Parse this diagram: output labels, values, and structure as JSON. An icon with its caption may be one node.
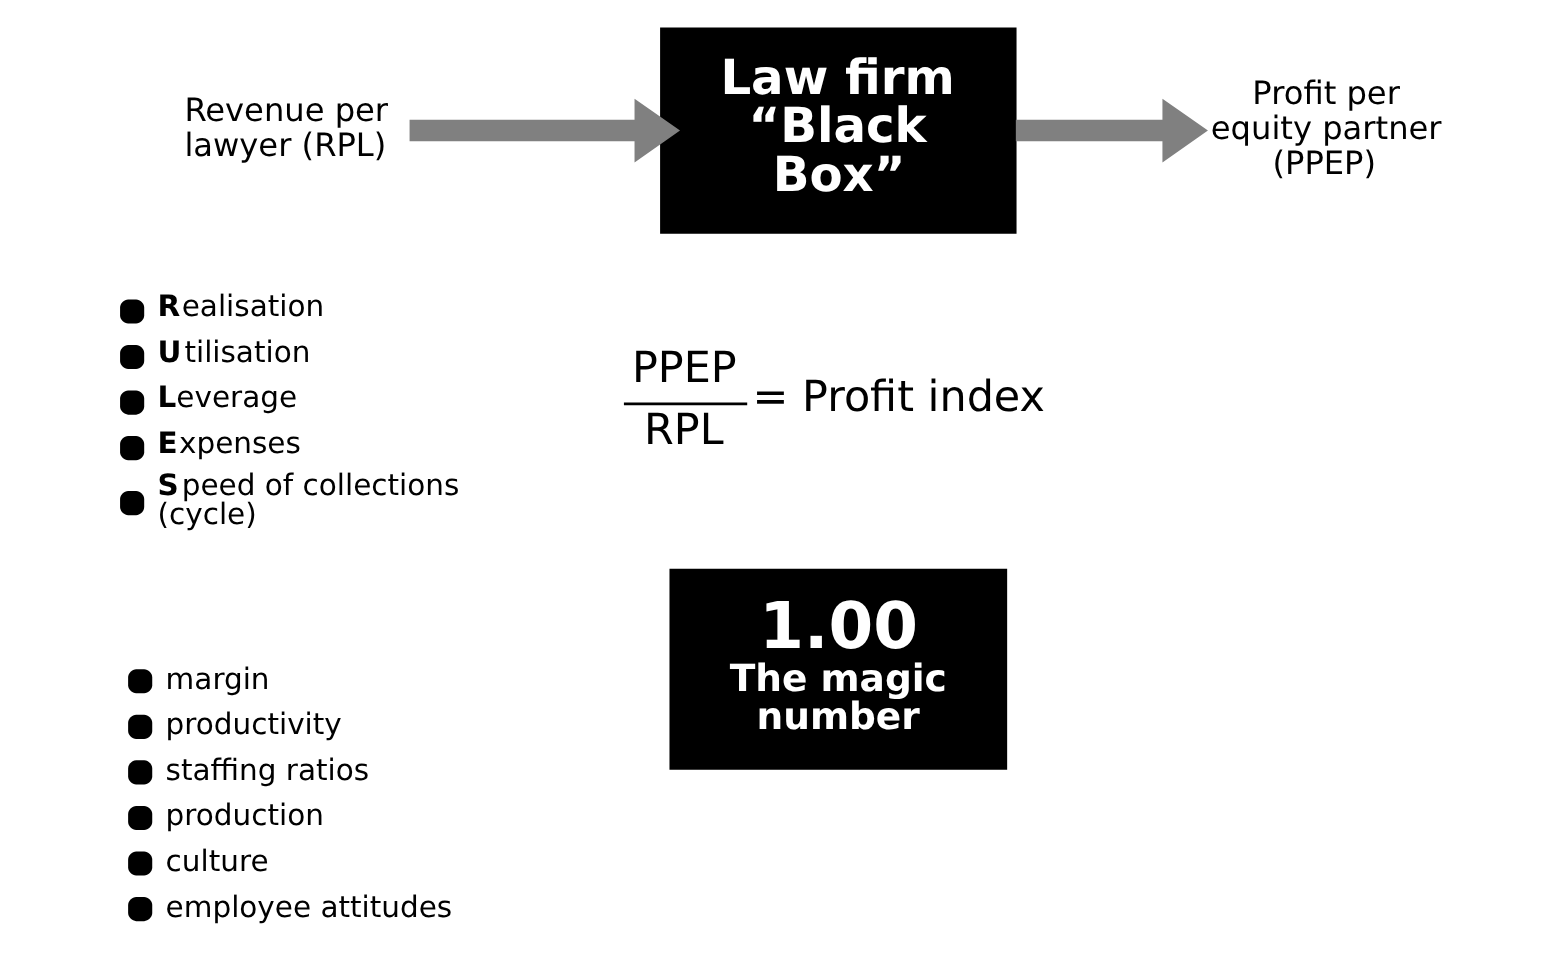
{
  "diagram": {
    "nodes": [
      {
        "text": [
          "Revenue per lawyer (RPL)"
        ]
      },
      {
        "text": [
          "Law firm “Black Box”"
        ]
      },
      {
        "text": [
          "Profit per equity partner (PPEP)"
        ]
      },
      {
        "text": [
          "1.00",
          "The magic number"
        ]
      }
    ],
    "edges": [
      {
        "from": 0,
        "to": 1,
        "arrow": "to"
      },
      {
        "from": 1,
        "to": 2,
        "arrow": "to"
      }
    ],
    "labels": [
      "**R**ealisation",
      "**U**tilisation",
      "**L**everage",
      "**E**xpenses",
      "**S**peed of collections (cycle)",
      "PPEP",
      "RPL",
      "= Profit index",
      "margin",
      "productivity",
      "staffing ratios",
      "production",
      "culture",
      "employee attitudes"
    ]
  }
}
